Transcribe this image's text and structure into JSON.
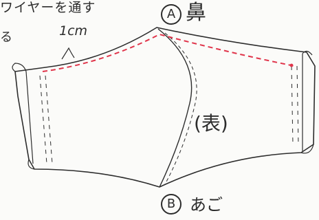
{
  "labels": {
    "top_note": "ワイヤーを通す",
    "side_note": "る",
    "width_note": "1cm",
    "point_a": "A",
    "nose": "鼻",
    "front": "(表)",
    "point_b": "B",
    "chin": "あご"
  },
  "colors": {
    "line": "#2c2c2c",
    "wire_dash": "#e0344a",
    "paper": "#fbfbf9"
  }
}
